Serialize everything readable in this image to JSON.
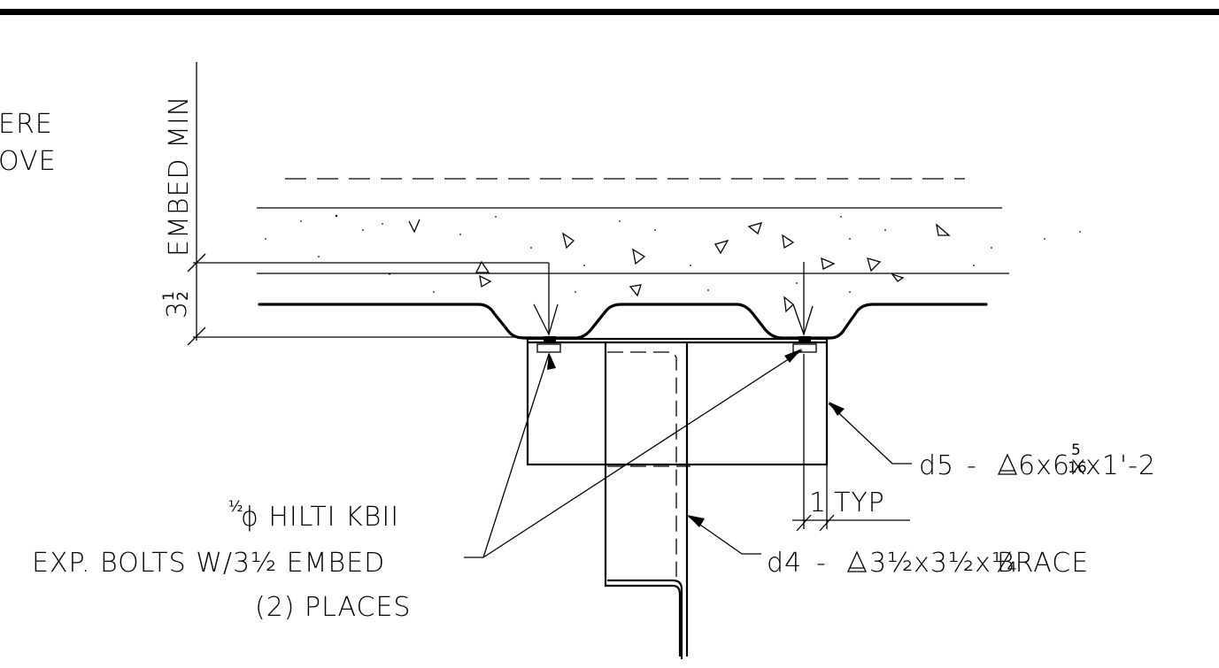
{
  "left_note": {
    "line1": "ERE",
    "line2": "OVE"
  },
  "embed_label": "EMBED MIN",
  "dimension_embed": {
    "whole": "3",
    "num": "1",
    "den": "2"
  },
  "callout_d5": {
    "tag": "d5",
    "separator": "-",
    "spec_prefix": "6x6x",
    "frac_num": "5",
    "frac_den": "16",
    "spec_suffix": "x1'-2"
  },
  "callout_typ": {
    "value": "1",
    "label": "TYP"
  },
  "callout_d4": {
    "tag": "d4",
    "separator": "-",
    "spec": "3½x3½x¼",
    "label": "BRACE"
  },
  "bolt_note": {
    "line1_frac": "½",
    "line1_text": "ϕ HILTI KBII",
    "line2": "EXP. BOLTS W/3½ EMBED",
    "line3": "(2) PLACES"
  },
  "colors": {
    "ink": "#000000",
    "paper": "#ffffff"
  }
}
